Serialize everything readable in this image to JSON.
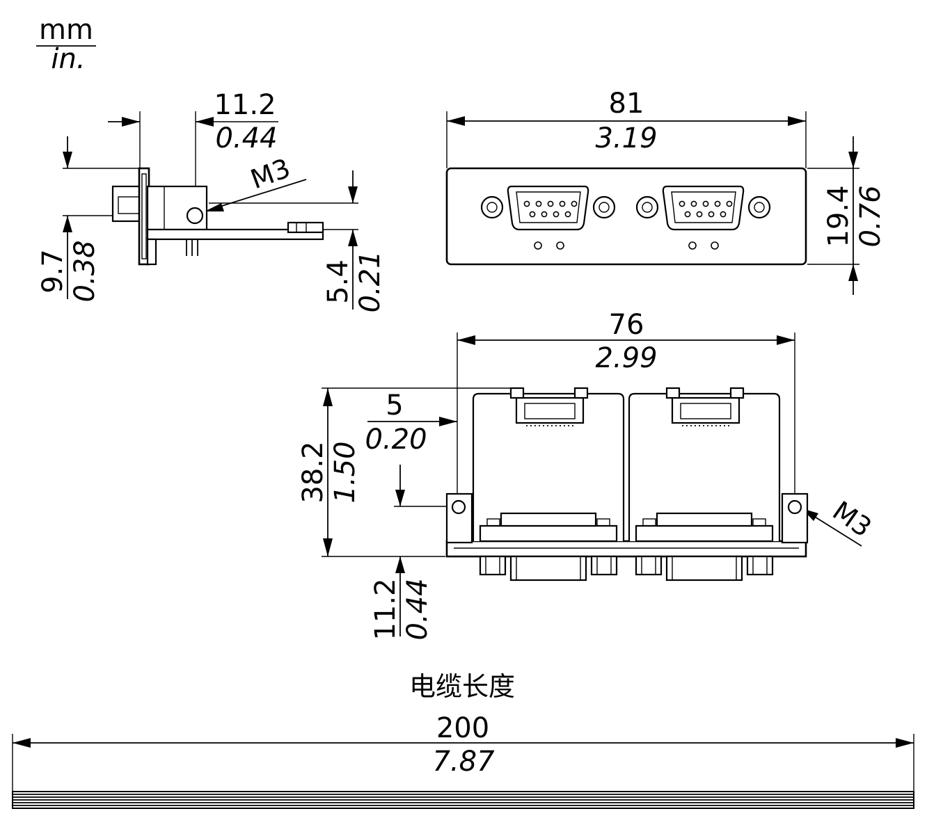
{
  "units": {
    "primary": "mm",
    "secondary": "in."
  },
  "side_view": {
    "width_mm": "11.2",
    "width_in": "0.44",
    "height_mm": "9.7",
    "height_in": "0.38",
    "offset_mm": "5.4",
    "offset_in": "0.21",
    "screw_label": "M3"
  },
  "front_view": {
    "width_mm": "81",
    "width_in": "3.19",
    "height_mm": "19.4",
    "height_in": "0.76"
  },
  "top_view": {
    "width_mm": "76",
    "width_in": "2.99",
    "depth_mm": "38.2",
    "depth_in": "1.50",
    "edge_mm": "5",
    "edge_in": "0.20",
    "screw_offset_mm": "11.2",
    "screw_offset_in": "0.44",
    "screw_label": "M3"
  },
  "cable": {
    "caption": "电缆长度",
    "length_mm": "200",
    "length_in": "7.87"
  }
}
